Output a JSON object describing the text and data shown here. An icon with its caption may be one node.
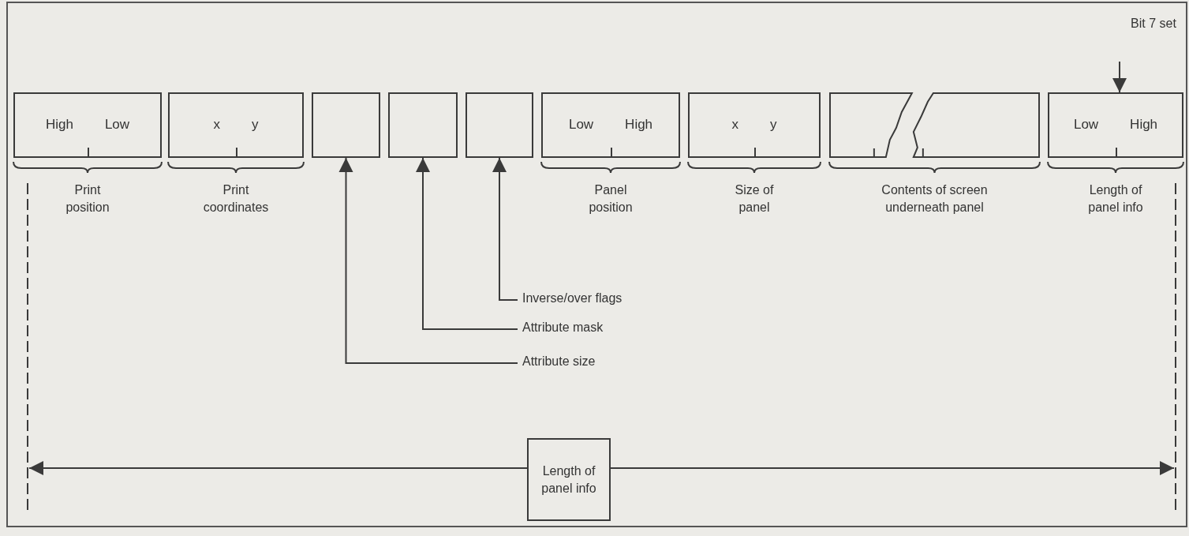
{
  "diagram": {
    "nodes": [
      {
        "text": [
          "High",
          "Low"
        ],
        "beside": [
          "Print position"
        ]
      },
      {
        "text": [
          "x",
          "y"
        ],
        "beside": [
          "Print coordinates"
        ]
      },
      {
        "text": [],
        "shape": "box"
      },
      {
        "text": [],
        "shape": "box"
      },
      {
        "text": [],
        "shape": "box"
      },
      {
        "text": [
          "Low",
          "High"
        ],
        "beside": [
          "Panel position"
        ]
      },
      {
        "text": [
          "x",
          "y"
        ],
        "beside": [
          "Size of panel"
        ]
      },
      {
        "text": [],
        "shape": "box",
        "beside": [
          "Contents of screen underneath panel"
        ]
      },
      {
        "text": [
          "Low",
          "High"
        ],
        "beside": [
          "Length of panel info"
        ]
      },
      {
        "text": [
          "Bit 7 set"
        ]
      },
      {
        "text": [
          "Inverse/over flags"
        ]
      },
      {
        "text": [
          "Attribute mask"
        ]
      },
      {
        "text": [
          "Attribute size"
        ]
      },
      {
        "text": [
          "Length of panel info"
        ]
      }
    ],
    "edges": [
      {
        "from": 9,
        "to": 8,
        "arrow": "to"
      },
      {
        "from": 10,
        "to": 4,
        "arrow": "to"
      },
      {
        "from": 11,
        "to": 3,
        "arrow": "to"
      },
      {
        "from": 12,
        "to": 2,
        "arrow": "to"
      }
    ]
  }
}
